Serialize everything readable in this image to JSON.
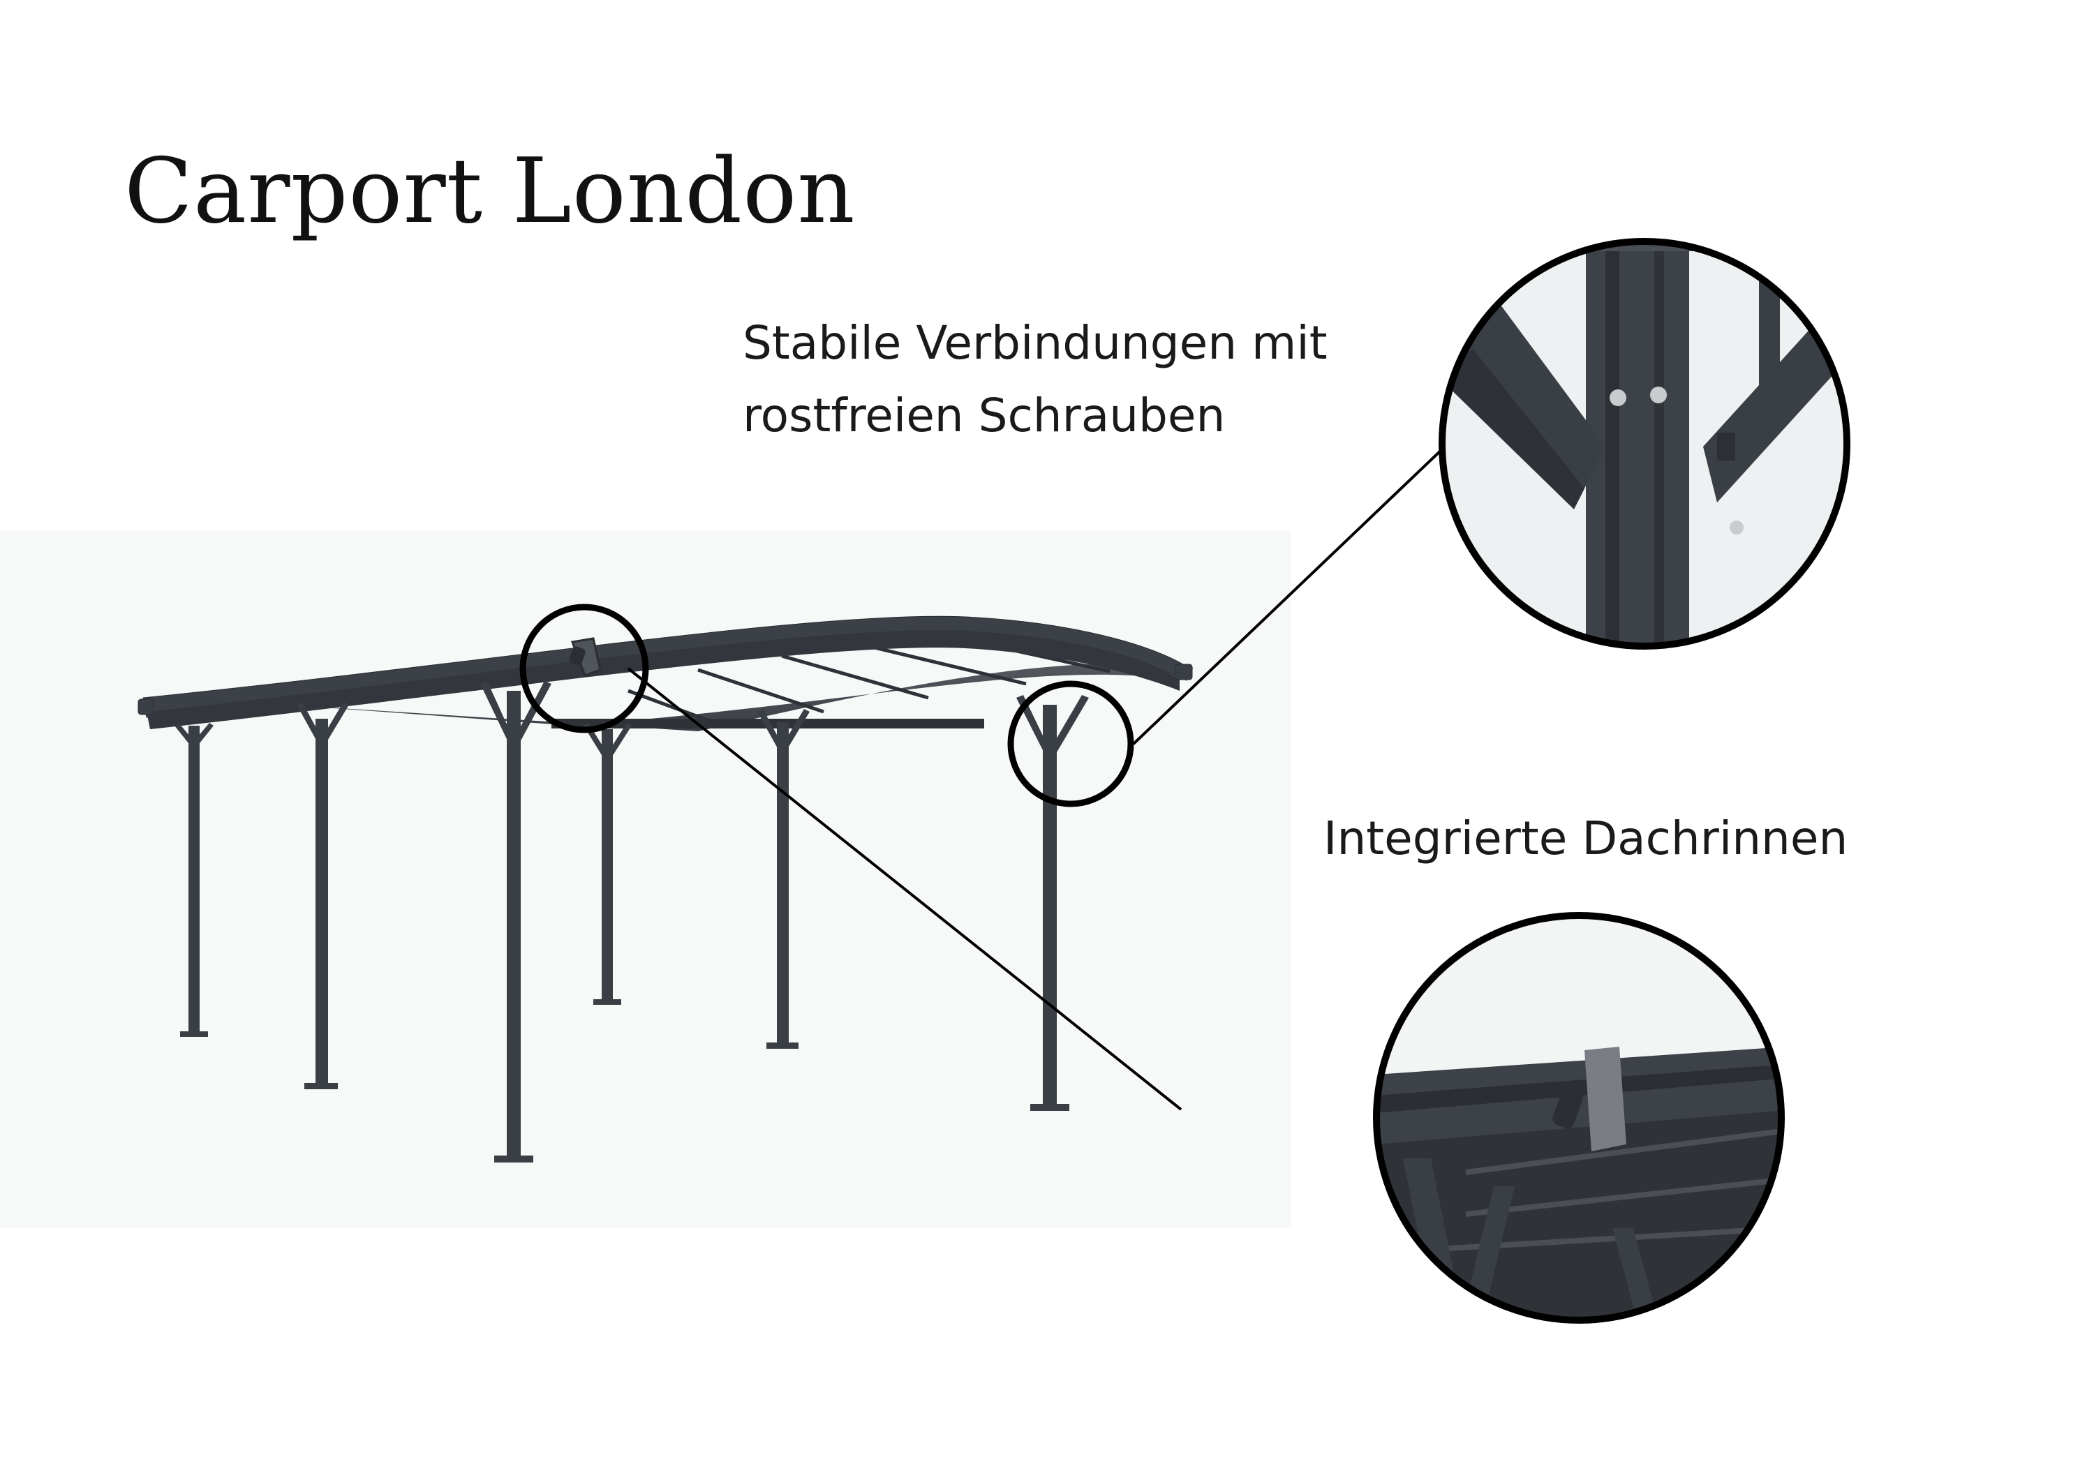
{
  "title": "Carport London",
  "callouts": [
    {
      "lines": [
        "Stabile Verbindungen mit",
        "rostfreien Schrauben"
      ]
    },
    {
      "lines": [
        "Integrierte Dachrinnen"
      ]
    }
  ],
  "colors": {
    "frame": "#3a3e45",
    "frame_dark": "#2b2e33",
    "roof_panel": "#4a4f57",
    "background": "#ffffff",
    "outline": "#000000"
  }
}
